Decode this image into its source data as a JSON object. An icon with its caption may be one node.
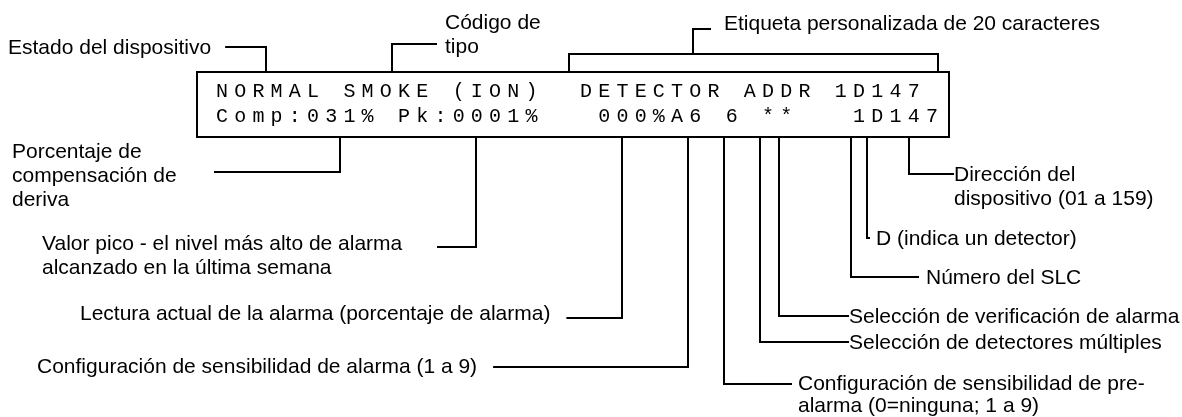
{
  "diagram": {
    "nodes": [
      {
        "text": [
          "NORMAL SMOKE (ION)  DETECTOR ADDR 1D147",
          "Comp:031% Pk:0001%   000%A6 6 **   1D147"
        ]
      },
      {
        "text": [
          "Estado del dispositivo"
        ]
      },
      {
        "text": [
          "Código de tipo"
        ]
      },
      {
        "text": [
          "Etiqueta personalizada de 20 caracteres"
        ]
      },
      {
        "text": [
          "Porcentaje de compensación de deriva"
        ]
      },
      {
        "text": [
          "Valor pico - el nivel más alto de alarma alcanzado en la última semana"
        ]
      },
      {
        "text": [
          "Lectura actual de la alarma (porcentaje de alarma)"
        ]
      },
      {
        "text": [
          "Configuración de sensibilidad de alarma (1 a 9)"
        ]
      },
      {
        "text": [
          "Configuración de sensibilidad de pre- alarma (0=ninguna; 1 a 9)"
        ]
      },
      {
        "text": [
          "Selección de detectores múltiples"
        ]
      },
      {
        "text": [
          "Selección de verificación de alarma"
        ]
      },
      {
        "text": [
          "Número del SLC"
        ]
      },
      {
        "text": [
          "D (indica un detector)"
        ]
      },
      {
        "text": [
          "Dirección del dispositivo (01 a 159)"
        ]
      }
    ],
    "edges": [
      {
        "from": 1,
        "to": 0,
        "arrow": "none"
      },
      {
        "from": 2,
        "to": 0,
        "arrow": "none"
      },
      {
        "from": 3,
        "to": 0,
        "arrow": "none"
      },
      {
        "from": 4,
        "to": 0,
        "arrow": "none"
      },
      {
        "from": 5,
        "to": 0,
        "arrow": "none"
      },
      {
        "from": 6,
        "to": 0,
        "arrow": "none"
      },
      {
        "from": 7,
        "to": 0,
        "arrow": "none"
      },
      {
        "from": 8,
        "to": 0,
        "arrow": "none"
      },
      {
        "from": 9,
        "to": 0,
        "arrow": "none"
      },
      {
        "from": 10,
        "to": 0,
        "arrow": "none"
      },
      {
        "from": 11,
        "to": 0,
        "arrow": "none"
      },
      {
        "from": 12,
        "to": 0,
        "arrow": "none"
      },
      {
        "from": 13,
        "to": 0,
        "arrow": "none"
      }
    ]
  }
}
